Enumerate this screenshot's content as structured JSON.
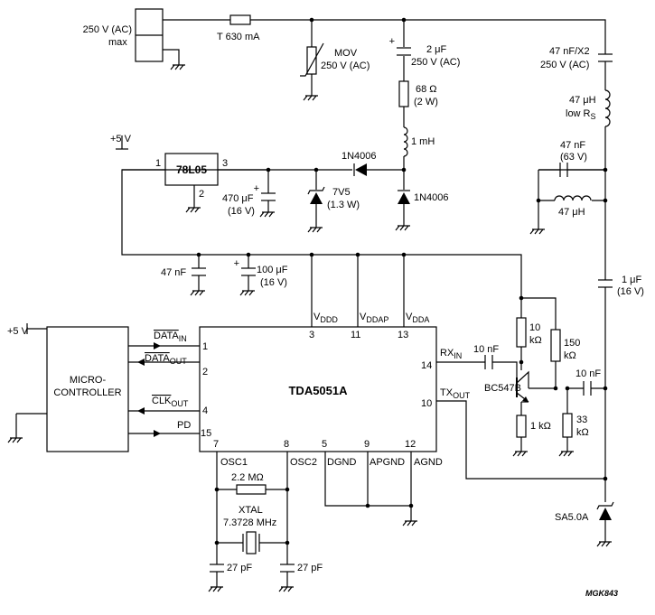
{
  "mains": {
    "voltage": "250 V (AC)",
    "max": "max"
  },
  "fuse": "T 630 mA",
  "mov": {
    "name": "MOV",
    "rating": "250 V (AC)"
  },
  "cap_2uf": {
    "value": "2 μF",
    "rating": "250 V (AC)"
  },
  "res_68": {
    "value": "68 Ω",
    "power": "(2 W)"
  },
  "ind_1mh": "1 mH",
  "diode_top": "1N4006",
  "diode_bottom": "1N4006",
  "zener": {
    "name": "7V5",
    "power": "(1.3 W)"
  },
  "reg": {
    "name": "78L05",
    "pin_in": "1",
    "pin_gnd": "2",
    "pin_out": "3"
  },
  "cap_470": {
    "value": "470 μF",
    "rating": "(16 V)"
  },
  "supply_top": "+5 V",
  "supply_mcu": "+5 V",
  "cap_47nf_x2": {
    "value": "47 nF/X2",
    "rating": "250 V (AC)"
  },
  "ind_47uh_rs": {
    "value": "47 μH",
    "label": "low R",
    "sub": "S"
  },
  "cap_47nf_63": {
    "value": "47 nF",
    "rating": "(63 V)"
  },
  "ind_47uh": "47 μH",
  "cap_1uf": {
    "value": "1 μF",
    "rating": "(16 V)"
  },
  "cap_47nf_dec": "47 nF",
  "cap_100uf": {
    "value": "100 μF",
    "rating": "(16 V)"
  },
  "mcu": {
    "line1": "MICRO-",
    "line2": "CONTROLLER"
  },
  "ic": {
    "name": "TDA5051A",
    "pins": {
      "data_in": {
        "num": "1",
        "main": "DATA",
        "sub": "IN"
      },
      "data_out": {
        "num": "2",
        "main": "DATA",
        "sub": "OUT"
      },
      "clk_out": {
        "num": "4",
        "main": "CLK",
        "sub": "OUT"
      },
      "pd": {
        "num": "15",
        "main": "PD"
      },
      "vddd": {
        "num": "3",
        "main": "V",
        "sub": "DDD"
      },
      "vddap": {
        "num": "11",
        "main": "V",
        "sub": "DDAP"
      },
      "vdda": {
        "num": "13",
        "main": "V",
        "sub": "DDA"
      },
      "rx_in": {
        "num": "14",
        "main": "RX",
        "sub": "IN"
      },
      "tx_out": {
        "num": "10",
        "main": "TX",
        "sub": "OUT"
      },
      "osc1": {
        "num": "7",
        "main": "OSC1"
      },
      "osc2": {
        "num": "8",
        "main": "OSC2"
      },
      "dgnd": {
        "num": "5",
        "main": "DGND"
      },
      "apgnd": {
        "num": "9",
        "main": "APGND"
      },
      "agnd": {
        "num": "12",
        "main": "AGND"
      }
    }
  },
  "res_10k": {
    "value": "10",
    "unit": "kΩ"
  },
  "res_150k": {
    "value": "150",
    "unit": "kΩ"
  },
  "res_1k": "1 kΩ",
  "res_33k": {
    "value": "33",
    "unit": "kΩ"
  },
  "cap_10nf_rx": "10 nF",
  "cap_10nf_out": "10 nF",
  "transistor": "BC547B",
  "res_2m2": "2.2 MΩ",
  "xtal": {
    "name": "XTAL",
    "freq": "7.3728 MHz"
  },
  "cap_27pf_1": "27 pF",
  "cap_27pf_2": "27 pF",
  "tvs": "SA5.0A",
  "figure_code": "MGK843"
}
